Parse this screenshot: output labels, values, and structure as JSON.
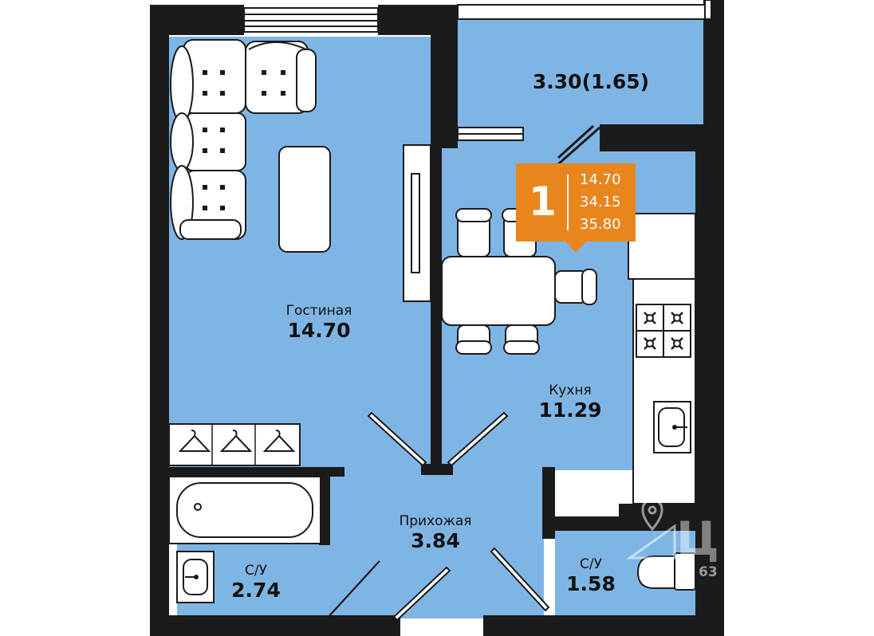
{
  "rooms": {
    "balcony": {
      "area": "3.30(1.65)"
    },
    "living": {
      "name": "Гостиная",
      "area": "14.70"
    },
    "kitchen": {
      "name": "Кухня",
      "area": "11.29"
    },
    "hall": {
      "name": "Прихожая",
      "area": "3.84"
    },
    "bathroom_left": {
      "name": "С/У",
      "area": "2.74"
    },
    "bathroom_right": {
      "name": "С/У",
      "area": "1.58"
    }
  },
  "badge": {
    "rooms_count": "1",
    "living_area": "14.70",
    "total_area": "34.15",
    "total_with_balcony": "35.80"
  },
  "watermark": {
    "brand": "ЦИАН",
    "id_fragment": "63"
  },
  "colors": {
    "room_fill": "#7fb5e4",
    "wall": "#1b1b1b",
    "badge": "#e8861d",
    "furniture": "#ffffff"
  },
  "icons": [
    "sofa-icon",
    "coffee-table-icon",
    "tv-stand-icon",
    "dining-table-icon",
    "chair-icon",
    "stove-icon",
    "kitchen-sink-icon",
    "hanger-icon",
    "bathtub-icon",
    "washbasin-icon",
    "toilet-icon",
    "location-pin-icon",
    "door-swing-icon"
  ]
}
